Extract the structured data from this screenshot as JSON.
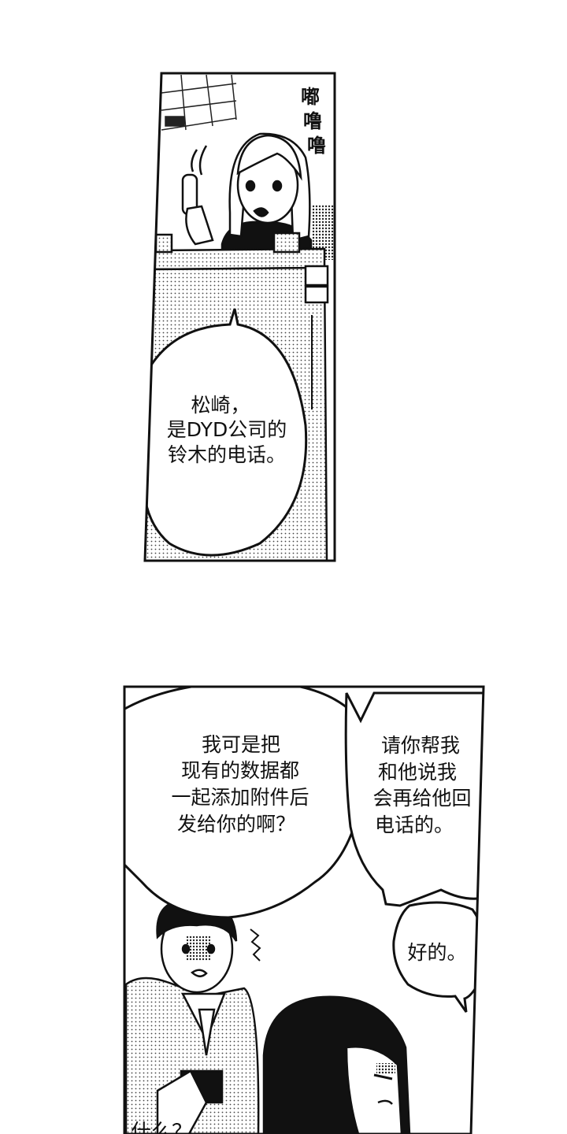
{
  "panel1": {
    "sfx": [
      "嘟",
      "噜",
      "噜"
    ],
    "speech": [
      "松崎，",
      "是DYD公司的",
      "铃木的电话。"
    ]
  },
  "panel2": {
    "bubble_left": [
      "我可是把",
      "现有的数据都",
      "一起添加附件后",
      "发给你的啊？"
    ],
    "bubble_right": [
      "请你帮我",
      "和他说我",
      "会再给他回",
      "电话的。"
    ],
    "bubble_small": [
      "好的。"
    ],
    "bottom_text": [
      "什么？"
    ]
  }
}
